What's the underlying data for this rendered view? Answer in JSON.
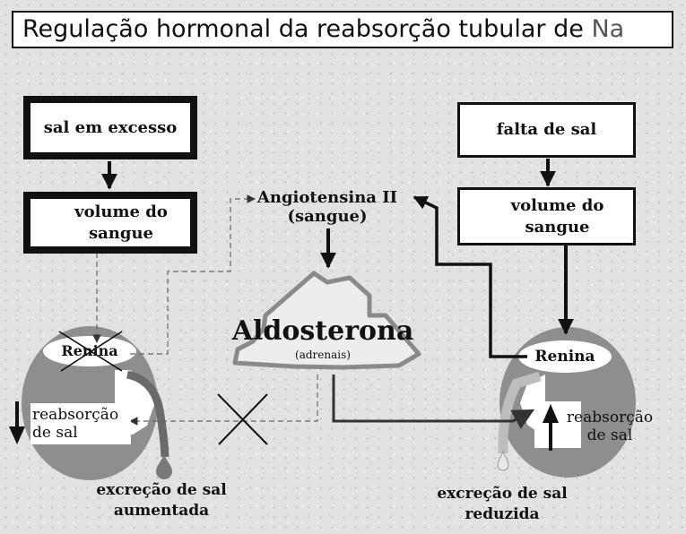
{
  "title_main": "Regulação hormonal da reabsorção tubular de ",
  "title_na": "Na",
  "left": {
    "box_top": "sal em excesso",
    "box_volume": "volume do sangue",
    "renin": "Renina",
    "reabsorption": "reabsorção de sal",
    "excretion": "excreção de sal aumentada"
  },
  "right": {
    "box_top": "falta de sal",
    "box_volume": "volume do sangue",
    "renin": "Renina",
    "reabsorption": "reabsorção de sal",
    "excretion": "excreção de sal reduzida"
  },
  "center": {
    "angiotensin": "Angiotensina II",
    "angiotensin_sub": "(sangue)",
    "aldosterone": "Aldosterona",
    "aldosterone_sub": "(adrenais)"
  },
  "colors": {
    "kidney": "#8e8e8e",
    "gland_fill": "#ededed",
    "gland_border": "#8a8a8a",
    "dark": "#111111",
    "title_na": "#555555"
  },
  "icons": [
    "up-arrow-icon",
    "down-arrow-icon",
    "cross-icon",
    "droplet-icon"
  ]
}
